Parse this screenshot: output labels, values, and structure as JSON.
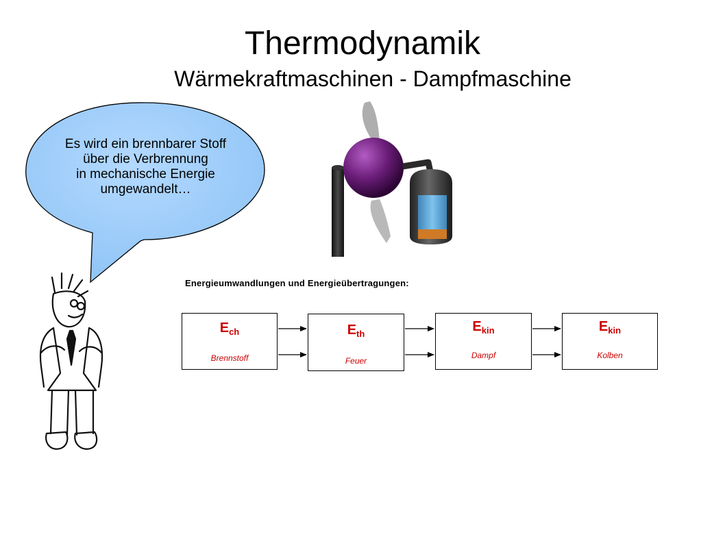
{
  "slide": {
    "title": "Thermodynamik",
    "subtitle": "Wärmekraftmaschinen - Dampfmaschine"
  },
  "speech_bubble": {
    "lines": [
      "Es wird ein brennbarer Stoff",
      "über die Verbrennung",
      "in mechanische Energie",
      "umgewandelt…"
    ],
    "fill_color": "#99ccff"
  },
  "diagram": {
    "heading": "Energieumwandlungen und Energieübertragungen:",
    "symbol_color": "#cc0000",
    "boxes": [
      {
        "symbol": "E",
        "subscript": "ch",
        "label": "Brennstoff"
      },
      {
        "symbol": "E",
        "subscript": "th",
        "label": "Feuer"
      },
      {
        "symbol": "E",
        "subscript": "kin",
        "label": "Dampf"
      },
      {
        "symbol": "E",
        "subscript": "kin",
        "label": "Kolben"
      }
    ]
  }
}
